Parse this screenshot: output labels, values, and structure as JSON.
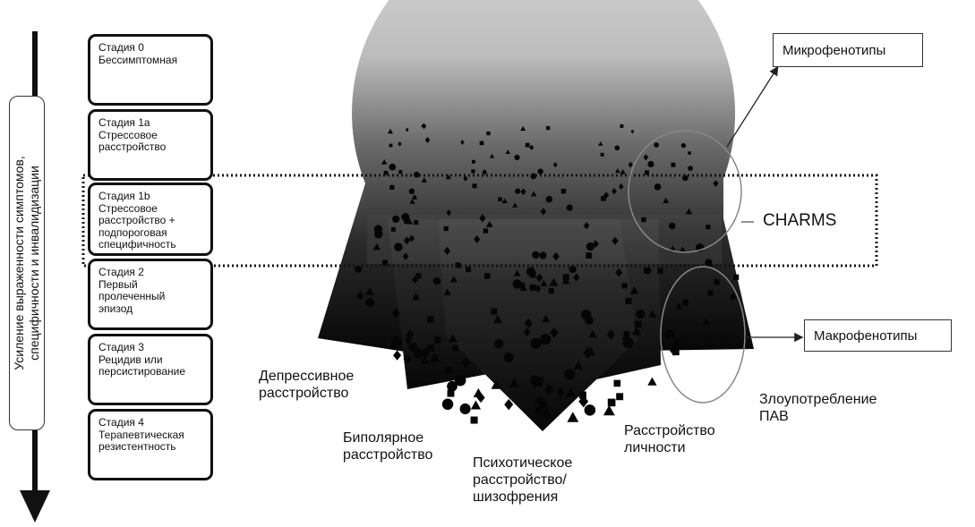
{
  "side_label": "Усиление выраженности симптомов,\nспецифичности и инвалидизации",
  "stages": [
    "Стадия 0\nБессимптомная",
    "Стадия 1a\nСтрессовое\nрасстройство",
    "Стадия 1b\nСтрессовое\nрасстройство +\nподпороговая\nспецифичность",
    "Стадия 2\nПервый\nпролеченный\nэпизод",
    "Стадия 3\nРецидив или\nперсистирование",
    "Стадия 4\nТерапевтическая\nрезистентность"
  ],
  "callouts": {
    "micro": "Микрофенотипы",
    "charms": "CHARMS",
    "macro": "Макрофенотипы"
  },
  "categories": {
    "depressive": "Депрессивное\nрасстройство",
    "bipolar": "Биполярное\nрасстройство",
    "psychotic": "Психотическое\nрасстройство/\nшизофрения",
    "personality": "Расстройство\nличности",
    "substance": "Злоупотребление\nПАВ"
  },
  "colors": {
    "ink": "#111111",
    "dome_top": "#dcdcdc",
    "fan_dark": "#0a0a0a"
  }
}
